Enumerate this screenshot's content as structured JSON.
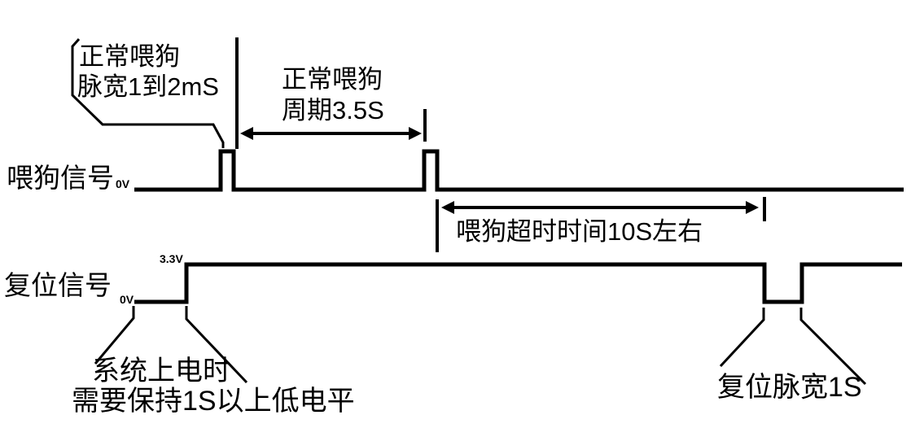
{
  "diagram": {
    "colors": {
      "stroke": "#000000",
      "background": "#ffffff",
      "text": "#000000"
    },
    "signals": {
      "watchdog": {
        "label": "喂狗信号",
        "zero_label": "0V"
      },
      "reset": {
        "label": "复位信号",
        "zero_label": "0V",
        "high_label": "3.3V"
      }
    },
    "annotations": {
      "pulse_width": {
        "line1": "正常喂狗",
        "line2": "脉宽1到2mS"
      },
      "period": {
        "line1": "正常喂狗",
        "line2": "周期3.5S"
      },
      "timeout": {
        "text": "喂狗超时时间10S左右"
      },
      "power_on": {
        "line1": "系统上电时",
        "line2": "需要保持1S以上低电平"
      },
      "reset_pulse": {
        "text": "复位脉宽1S"
      }
    }
  },
  "chart_data": {
    "type": "timing-diagram",
    "signals": [
      {
        "name": "喂狗信号",
        "baseline_voltage": "0V",
        "waveform": "low with two narrow high pulses",
        "pulse_width": "1到2mS",
        "period": "3.5S"
      },
      {
        "name": "复位信号",
        "low_voltage": "0V",
        "high_voltage": "3.3V",
        "waveform": "low at power-on, then high, one low reset pulse after watchdog timeout, then high",
        "power_on_low_hold": "1S以上低电平",
        "reset_pulse_width": "1S"
      }
    ],
    "measurements": [
      {
        "label": "正常喂狗 脉宽1到2mS",
        "applies_to": "喂狗信号 pulse"
      },
      {
        "label": "正常喂狗 周期3.5S",
        "applies_to": "interval between watchdog pulses"
      },
      {
        "label": "喂狗超时时间10S左右",
        "applies_to": "time from last pulse to reset"
      },
      {
        "label": "系统上电时 需要保持1S以上低电平",
        "applies_to": "复位信号 initial low segment"
      },
      {
        "label": "复位脉宽1S",
        "applies_to": "复位信号 low pulse"
      }
    ]
  }
}
